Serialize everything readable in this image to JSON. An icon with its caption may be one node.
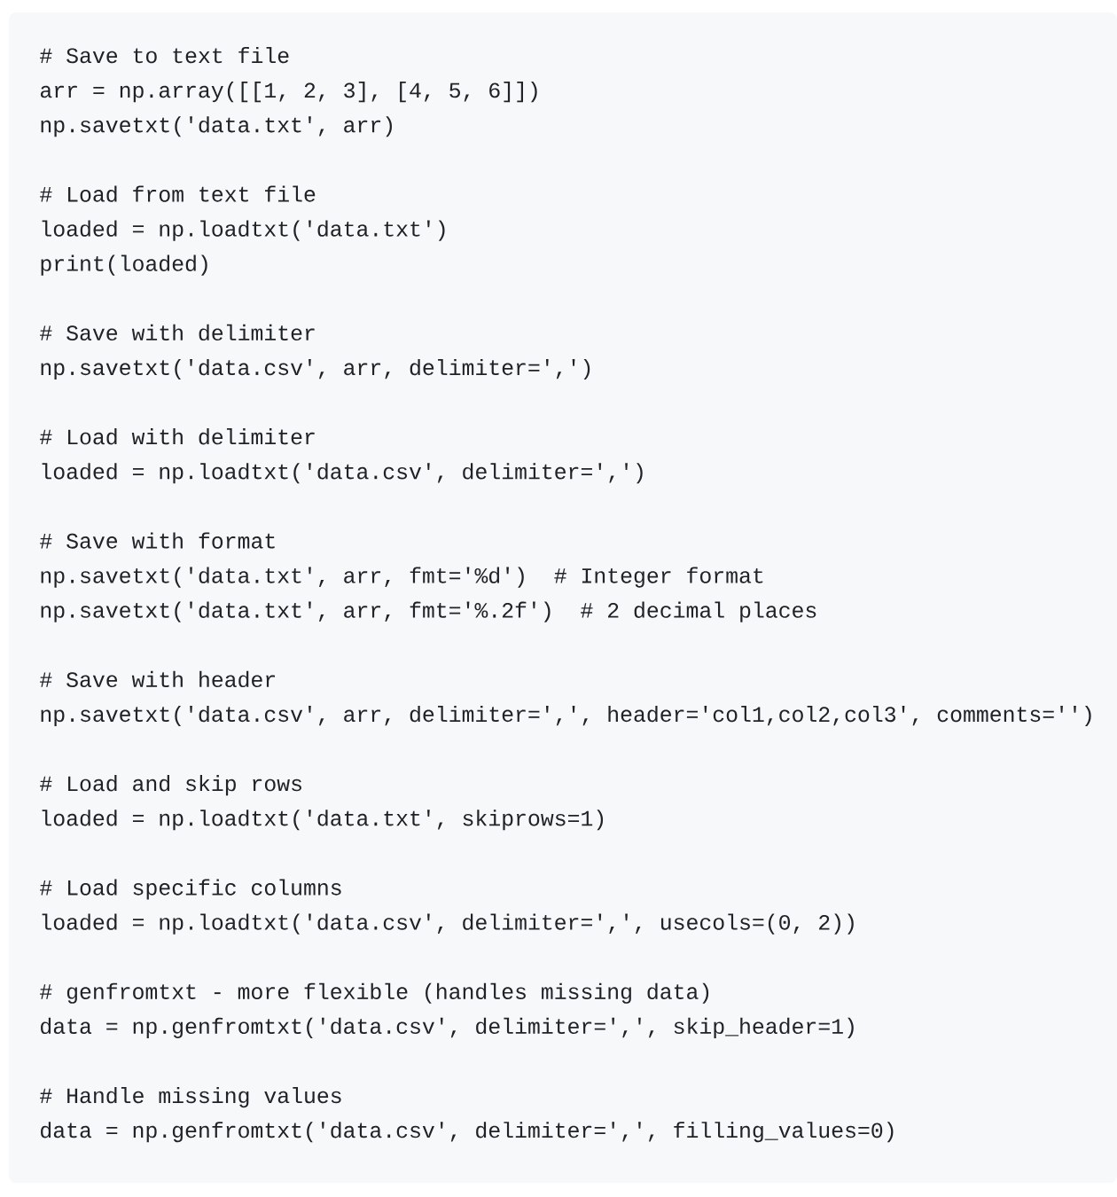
{
  "diagram": {
    "labels": [
      "# Save to text file",
      "arr = np.array([[1, 2, 3], [4, 5, 6]])",
      "np.savetxt('data.txt', arr)",
      "# Load from text file",
      "loaded = np.loadtxt('data.txt')",
      "print(loaded)",
      "# Save with delimiter",
      "np.savetxt('data.csv', arr, delimiter=',')",
      "# Load with delimiter",
      "loaded = np.loadtxt('data.csv', delimiter=',')",
      "# Save with format",
      "np.savetxt('data.txt', arr, fmt='%d')  # Integer format",
      "np.savetxt('data.txt', arr, fmt='%.2f')  # 2 decimal places",
      "# Save with header",
      "np.savetxt('data.csv', arr, delimiter=',', header='col1,col2,col3', comments='')",
      "# Load and skip rows",
      "loaded = np.loadtxt('data.txt', skiprows=1)",
      "# Load specific columns",
      "loaded = np.loadtxt('data.csv', delimiter=',', usecols=(0, 2))",
      "# genfromtxt - more flexible (handles missing data)",
      "data = np.genfromtxt('data.csv', delimiter=',', skip_header=1)",
      "# Handle missing values",
      "data = np.genfromtxt('data.csv', delimiter=',', filling_values=0)"
    ]
  }
}
